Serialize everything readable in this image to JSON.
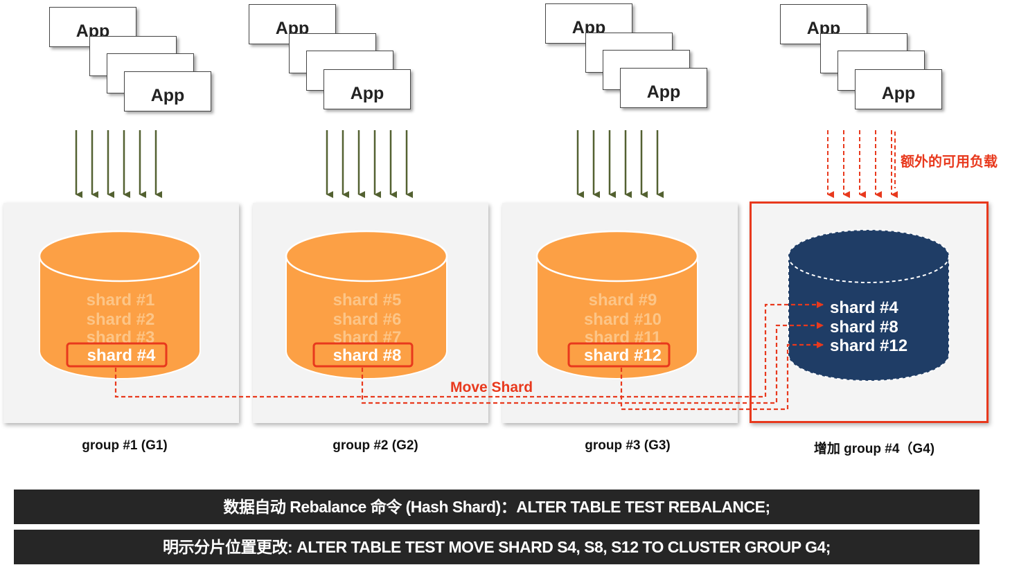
{
  "app_label": "App",
  "groups": [
    {
      "label": "group #1 (G1)",
      "shards": [
        "shard #1",
        "shard #2",
        "shard #3",
        "shard #4"
      ]
    },
    {
      "label": "group #2 (G2)",
      "shards": [
        "shard #5",
        "shard #6",
        "shard #7",
        "shard #8"
      ]
    },
    {
      "label": "group #3 (G3)",
      "shards": [
        "shard #9",
        "shard #10",
        "shard #11",
        "shard #12"
      ]
    },
    {
      "label": "增加 group #4（G4)",
      "shards": [
        "shard #4",
        "shard #8",
        "shard #12"
      ]
    }
  ],
  "extra_load_label": "额外的可用负载",
  "move_shard_label": "Move Shard",
  "commands": [
    "数据自动 Rebalance 命令 (Hash Shard)：ALTER TABLE TEST REBALANCE;",
    "明示分片位置更改: ALTER TABLE TEST MOVE SHARD S4, S8, S12 TO CLUSTER GROUP G4;"
  ],
  "colors": {
    "orange": "#fca045",
    "navy": "#1f3d66",
    "red": "#e8391d",
    "arrow_green": "#536131",
    "bar": "#262626"
  }
}
